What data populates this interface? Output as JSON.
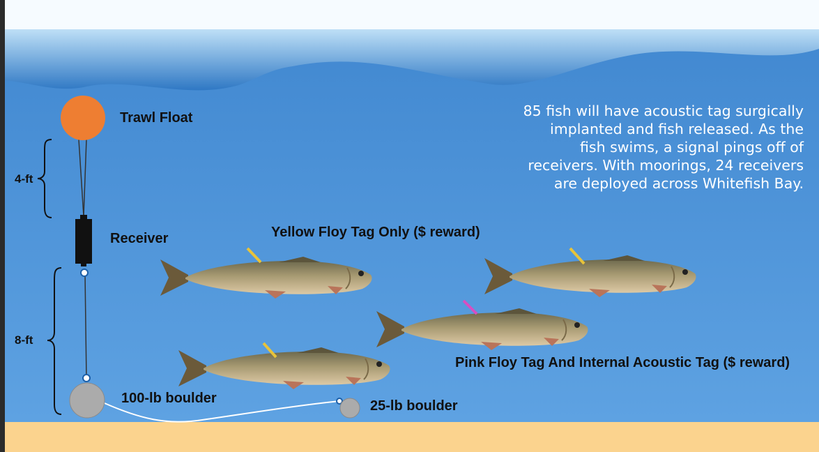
{
  "labels": {
    "trawl_float": "Trawl Float",
    "receiver": "Receiver",
    "yellow_tag": "Yellow Floy Tag Only ($ reward)",
    "pink_tag": "Pink Floy Tag And Internal Acoustic Tag ($ reward)",
    "boulder_100": "100-lb boulder",
    "boulder_25": "25-lb boulder",
    "dim_4ft": "4-ft",
    "dim_8ft": "8-ft"
  },
  "description": [
    "85 fish will have acoustic tag surgically",
    "implanted and fish released. As the",
    "fish swims, a signal pings off of",
    "receivers. With moorings, 24 receivers",
    "are deployed across Whitefish Bay."
  ],
  "colors": {
    "water_top": "#4a8fd4",
    "water_bottom": "#5c9fe0",
    "sand": "#fbd38e",
    "float": "#ee7e32",
    "boulder": "#ababab",
    "yellow_tag": "#e8c33a",
    "pink_tag": "#d64fc2",
    "description_text": "#ffffff"
  },
  "icons": {
    "trawl_float": "orange-circle",
    "receiver": "black-cylinder",
    "boulder": "grey-circle",
    "fish": "whitefish"
  }
}
